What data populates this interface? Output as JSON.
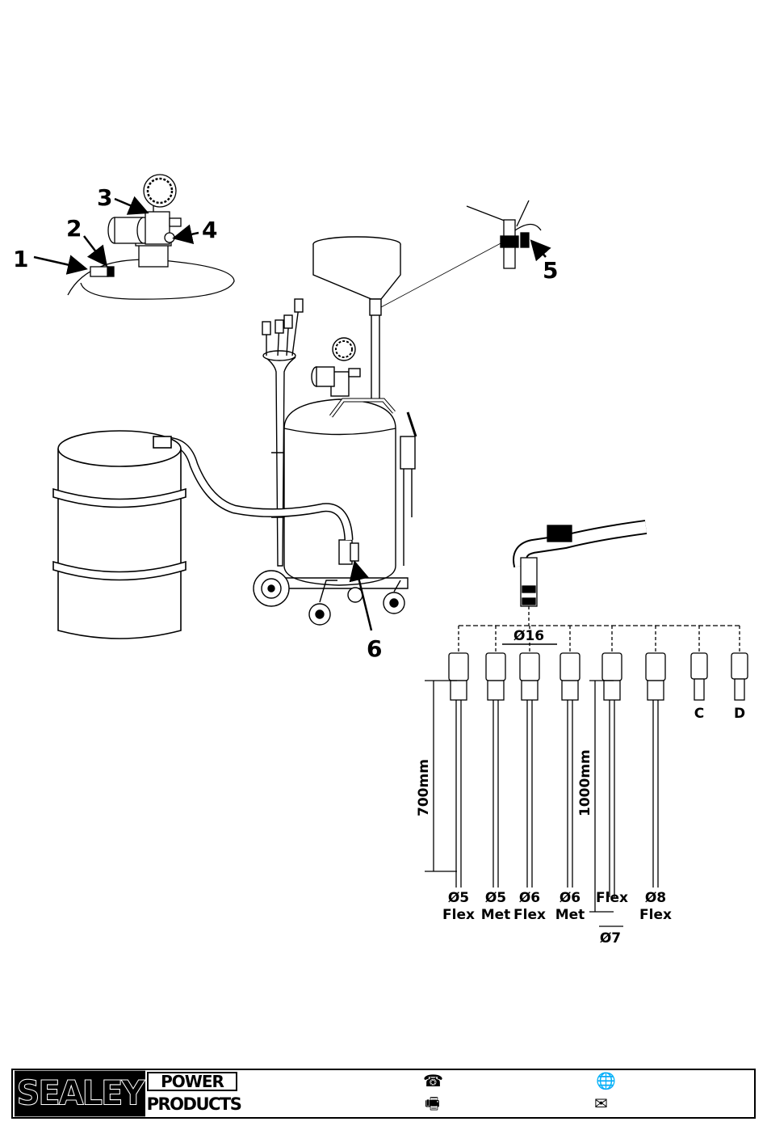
{
  "callouts": [
    "1",
    "2",
    "3",
    "4",
    "5",
    "6"
  ],
  "probe_dims": {
    "diameter_main": "Ø16",
    "length_short": "700mm",
    "length_long": "1000mm",
    "probes": [
      {
        "size": "Ø5",
        "type": "Flex"
      },
      {
        "size": "Ø5",
        "type": "Met"
      },
      {
        "size": "Ø6",
        "type": "Flex"
      },
      {
        "size": "Ø6",
        "type": "Met"
      },
      {
        "size": "",
        "type": "Flex"
      },
      {
        "size": "Ø8",
        "type": "Flex"
      }
    ],
    "probe5_size": "Ø7",
    "adaptors": [
      "C",
      "D"
    ]
  },
  "footer": {
    "brand": "SEALEY",
    "power": "POWER",
    "products": "PRODUCTS",
    "icons": [
      "telephone-icon",
      "globe-icon",
      "fax-icon",
      "email-icon"
    ]
  }
}
